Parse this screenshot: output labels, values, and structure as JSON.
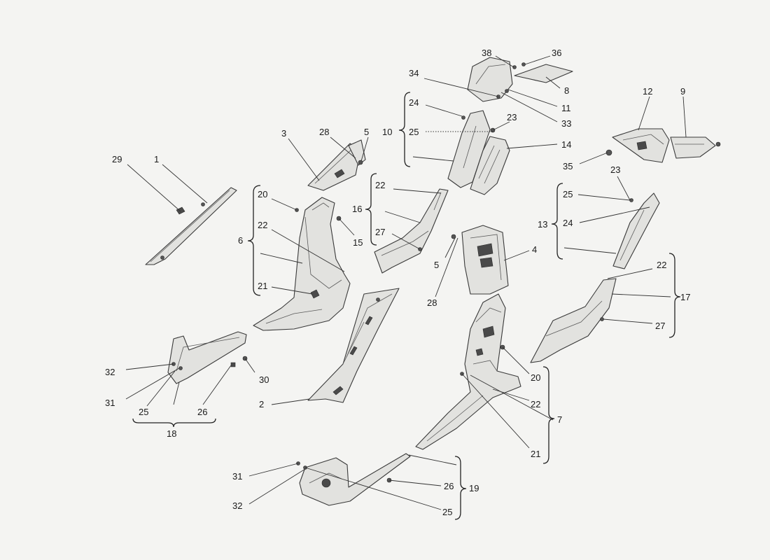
{
  "callouts": {
    "c1": "1",
    "c2": "2",
    "c3": "3",
    "c4": "4",
    "c5a": "5",
    "c5b": "5",
    "c6": "6",
    "c7": "7",
    "c8": "8",
    "c9": "9",
    "c10": "10",
    "c11": "11",
    "c12": "12",
    "c13": "13",
    "c14": "14",
    "c15": "15",
    "c16": "16",
    "c17": "17",
    "c18": "18",
    "c19": "19",
    "c20a": "20",
    "c20b": "20",
    "c21a": "21",
    "c21b": "21",
    "c22a": "22",
    "c22b": "22",
    "c22c": "22",
    "c22d": "22",
    "c23a": "23",
    "c23b": "23",
    "c24a": "24",
    "c24b": "24",
    "c25a": "25",
    "c25b": "25",
    "c25c": "25",
    "c25d": "25",
    "c26a": "26",
    "c26b": "26",
    "c27a": "27",
    "c27b": "27",
    "c28a": "28",
    "c28b": "28",
    "c29": "29",
    "c30": "30",
    "c31a": "31",
    "c31b": "31",
    "c32a": "32",
    "c32b": "32",
    "c33": "33",
    "c34": "34",
    "c35": "35",
    "c36": "36",
    "c38": "38"
  }
}
